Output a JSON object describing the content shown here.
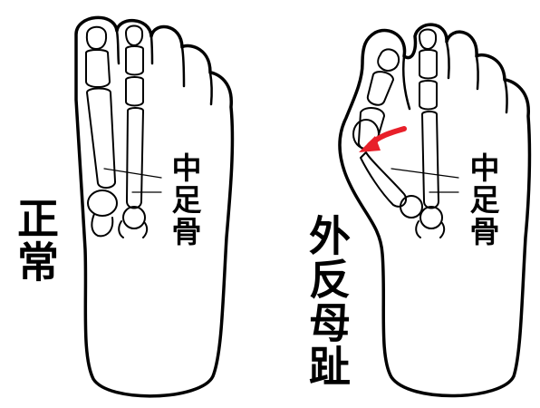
{
  "left_foot": {
    "label": "正常",
    "bone_label": "中足骨"
  },
  "right_foot": {
    "label": "外反母趾",
    "bone_label": "中足骨"
  },
  "colors": {
    "outline": "#000000",
    "arrow": "#e8202a",
    "background": "#ffffff"
  }
}
